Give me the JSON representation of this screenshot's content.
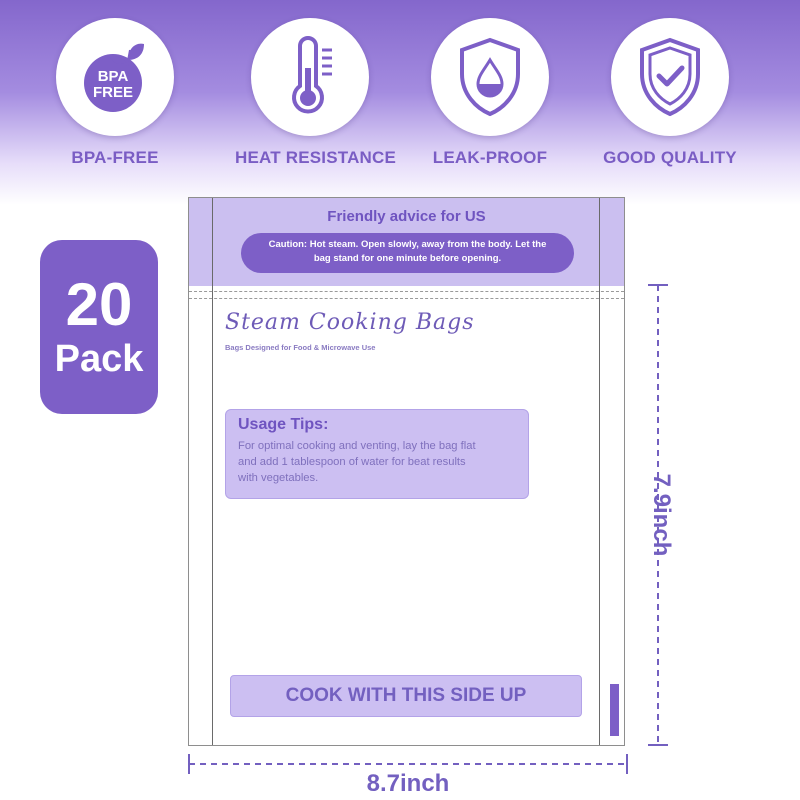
{
  "colors": {
    "accent": "#7d5fc7",
    "accent_light": "#ccbff2",
    "text_purple": "#7a5dc4",
    "band_top": "#8467cc"
  },
  "features": [
    {
      "icon": "bpa-free-leaf-icon",
      "icon_text_line1": "BPA",
      "icon_text_line2": "FREE",
      "label": "BPA-FREE"
    },
    {
      "icon": "thermometer-icon",
      "label": "HEAT RESISTANCE"
    },
    {
      "icon": "shield-droplet-icon",
      "label": "LEAK-PROOF"
    },
    {
      "icon": "shield-check-icon",
      "label": "GOOD QUALITY"
    }
  ],
  "pack": {
    "count": "20",
    "word": "Pack"
  },
  "bag": {
    "advice_title": "Friendly advice for US",
    "caution_line1": "Caution: Hot steam. Open slowly, away from the body. Let the",
    "caution_line2": "bag stand for one minute before opening.",
    "brand": "Steam Cooking Bags",
    "brand_sub": "Bags Designed for Food & Microwave Use",
    "tips_title": "Usage Tips:",
    "tips_line1": "For optimal cooking and venting, lay the bag flat",
    "tips_line2": "and add 1 tablespoon of water for beat results",
    "tips_line3": "with vegetables.",
    "cook_label": "COOK WITH THIS SIDE UP"
  },
  "dimensions": {
    "height": "7.9inch",
    "width": "8.7inch"
  }
}
